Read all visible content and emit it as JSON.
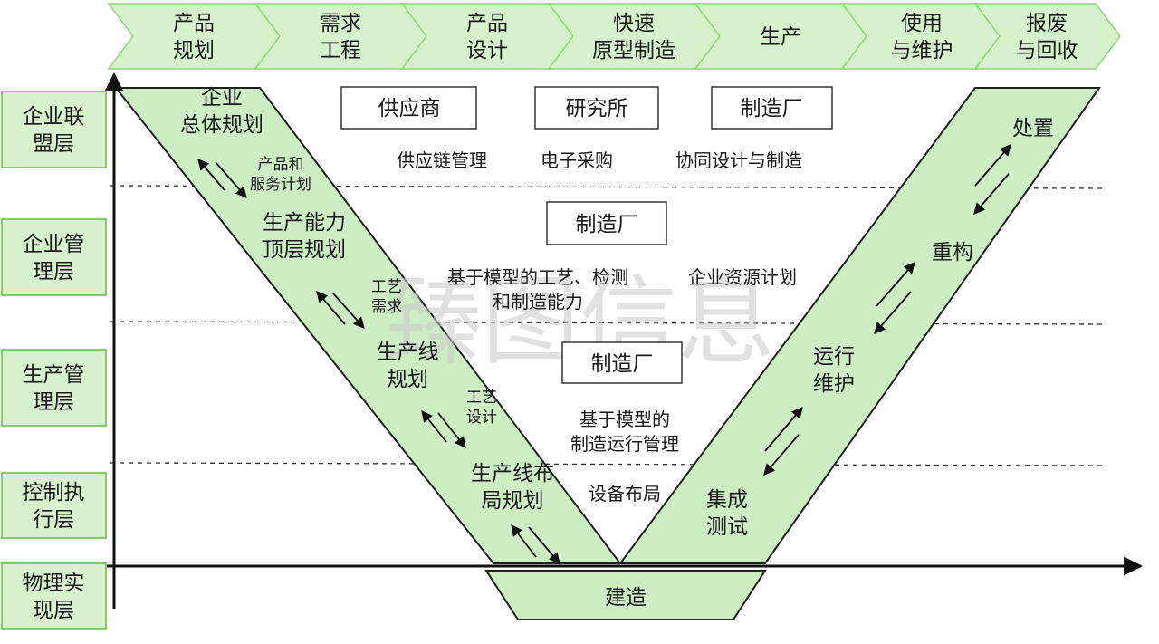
{
  "phases": [
    [
      "产品",
      "规划"
    ],
    [
      "需求",
      "工程"
    ],
    [
      "产品",
      "设计"
    ],
    [
      "快速",
      "原型制造"
    ],
    [
      "生产"
    ],
    [
      "使用",
      "与维护"
    ],
    [
      "报废",
      "与回收"
    ]
  ],
  "layers": [
    [
      "企业联",
      "盟层"
    ],
    [
      "企业管",
      "理层"
    ],
    [
      "生产管",
      "理层"
    ],
    [
      "控制执",
      "行层"
    ],
    [
      "物理实",
      "现层"
    ]
  ],
  "left_band": [
    [
      "企业",
      "总体规划"
    ],
    [
      "生产能力",
      "顶层规划"
    ],
    [
      "生产线",
      "规划"
    ],
    [
      "生产线布",
      "局规划"
    ]
  ],
  "left_arrow_labels": [
    [
      "产品和",
      "服务计划"
    ],
    [
      "工艺",
      "需求"
    ],
    [
      "工艺",
      "设计"
    ]
  ],
  "right_band": [
    [
      "处置"
    ],
    [
      "重构"
    ],
    [
      "运行",
      "维护"
    ],
    [
      "集成",
      "测试"
    ]
  ],
  "bottom_box": "建造",
  "boxes": [
    "供应商",
    "研究所",
    "制造厂",
    "制造厂",
    "制造厂"
  ],
  "texts": {
    "scm": "供应链管理",
    "eproc": "电子采购",
    "collab": "协同设计与制造",
    "mbp1": "基于模型的工艺、检测",
    "mbp2": "和制造能力",
    "erp": "企业资源计划",
    "mom1": "基于模型的",
    "mom2": "制造运行管理",
    "layout": "设备布局"
  },
  "watermark": "臻图信息",
  "colors": {
    "green_fill": "#cdeec4",
    "green_stroke": "#1f1f1f",
    "header_fill": "#d6f2cc",
    "header_stroke": "#8fd27a",
    "layer_fill": "#d7f2cc",
    "layer_stroke": "#63b84a"
  }
}
